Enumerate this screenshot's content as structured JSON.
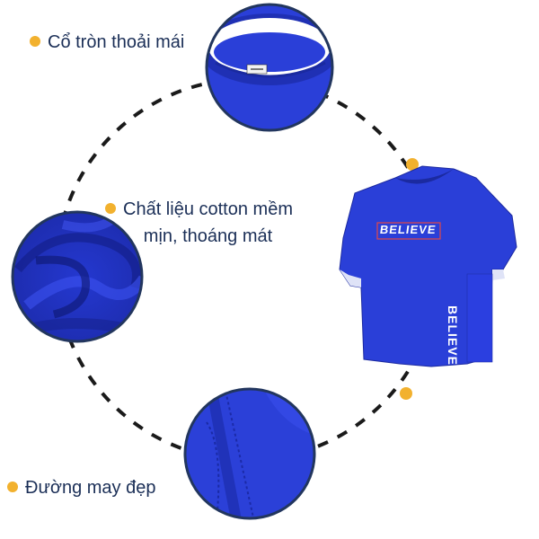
{
  "features": {
    "neck": {
      "label": "Cổ tròn thoải mái"
    },
    "fabric": {
      "label_line1": "Chất liệu cotton mềm",
      "label_line2": "mịn, thoáng mát"
    },
    "seam": {
      "label": "Đường may đẹp"
    }
  },
  "shirt_print": {
    "main_text": "BELIEVE",
    "sleeve_text": "BELIEVE"
  },
  "colors": {
    "accent_dot": "#f2b12e",
    "dashed_circle": "#1a1a1a",
    "shirt_blue": "#2a3fd8",
    "circle_border": "#22365e",
    "text": "#1b2f57"
  }
}
